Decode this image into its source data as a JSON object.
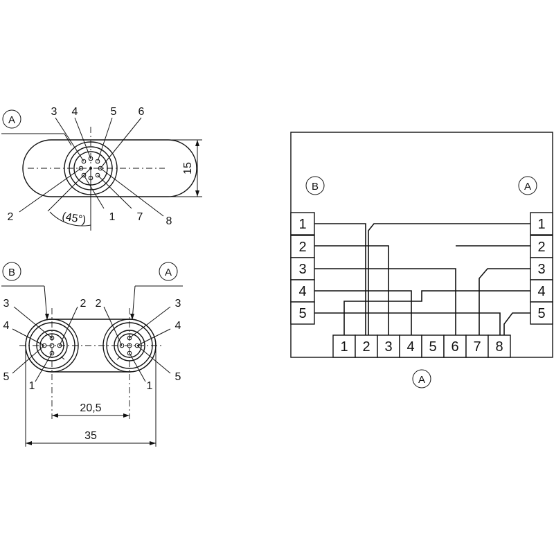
{
  "top_view": {
    "pin_labels": [
      "3",
      "4",
      "5",
      "6",
      "2",
      "1",
      "7",
      "8"
    ],
    "reference": "A",
    "dim_height": "15",
    "angle": "(45°)"
  },
  "front_view": {
    "left_ref": "B",
    "right_ref": "A",
    "left_pins": [
      "3",
      "2",
      "4",
      "5",
      "1"
    ],
    "right_pins": [
      "2",
      "3",
      "4",
      "5",
      "1"
    ],
    "dim_pitch": "20,5",
    "dim_width": "35"
  },
  "wiring": {
    "label_b": "B",
    "label_a_top": "A",
    "label_a_bottom": "A",
    "left_pins": [
      "1",
      "2",
      "3",
      "4",
      "5"
    ],
    "right_pins": [
      "1",
      "2",
      "3",
      "4",
      "5"
    ],
    "bottom_pins": [
      "1",
      "2",
      "3",
      "4",
      "5",
      "6",
      "7",
      "8"
    ]
  }
}
